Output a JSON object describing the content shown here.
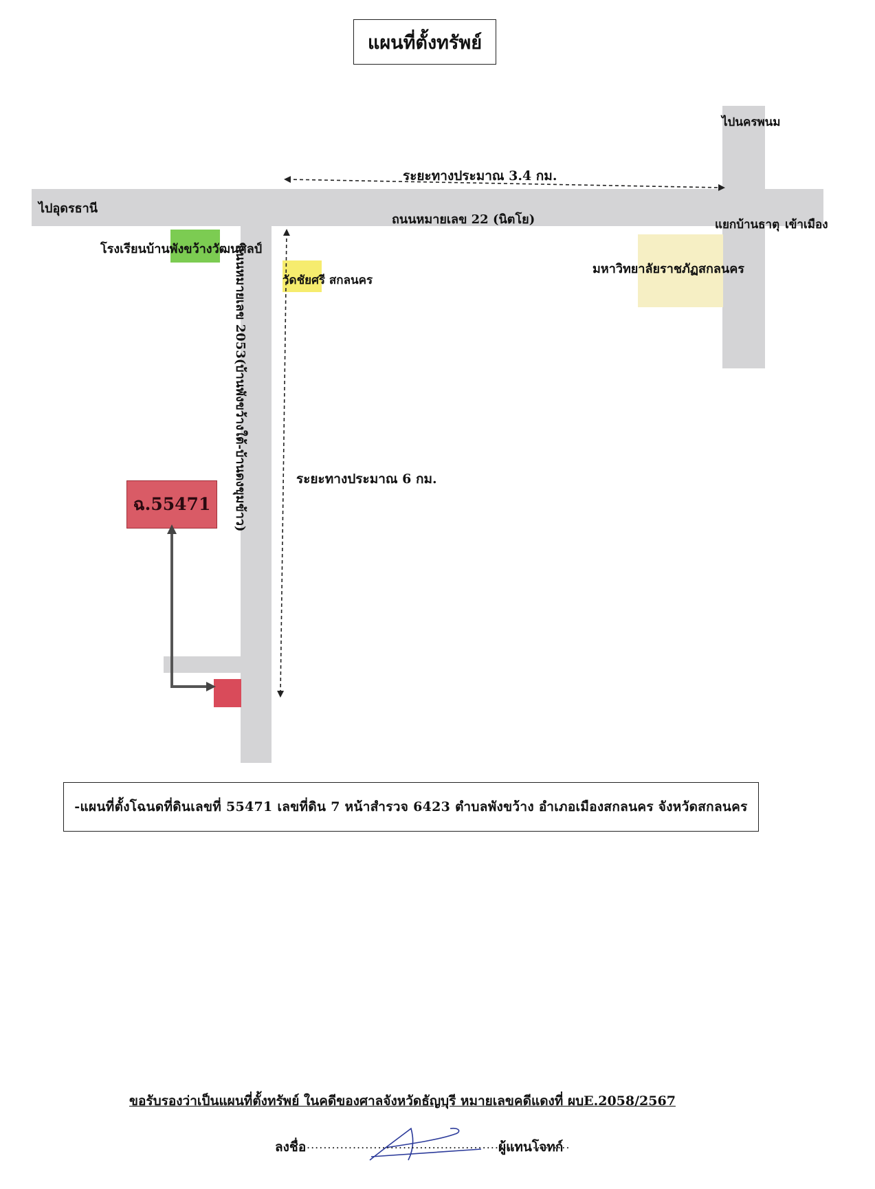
{
  "title": "แผนที่ตั้งทรัพย์",
  "roads": {
    "main_road": "ถนนหมายเลข 22 (นิตโย)",
    "side_road": "ถนนหมายเลข 2053(บ้านพังขว้างใต้-บ้านดงขุมข้าว)"
  },
  "directions": {
    "to_udon": "ไปอุดรธานี",
    "to_nakhon_phanom": "ไปนครพนม",
    "junction": "แยกบ้านธาตุ",
    "to_city": "เข้าเมือง"
  },
  "landmarks": {
    "school": "โรงเรียนบ้านพังขว้างวัฒนศิลป์",
    "temple_highlight": "วัดชัยศรี",
    "temple_rest": " สกลนคร",
    "university": "มหาวิทยาลัยราชภัฏสกลนคร"
  },
  "distances": {
    "horizontal": "ระยะทางประมาณ 3.4 กม.",
    "vertical": "ระยะทางประมาณ 6 กม."
  },
  "deed_label": "ฉ.55471",
  "caption": "-แผนที่ตั้งโฉนดที่ดินเลขที่  55471  เลขที่ดิน  7  หน้าสำรวจ  6423  ตำบลพังขว้าง  อำเภอเมืองสกลนคร  จังหวัดสกลนคร",
  "certification": "ขอรับรองว่าเป็นแผนที่ตั้งทรัพย์  ในคดีของศาลจังหวัดธัญบุรี  หมายเลขคดีแดงที่  ผบE.2058/2567",
  "signature": {
    "label": "ลงชื่อ",
    "dots": "...............................................................",
    "role": "ผู้แทนโจทก์"
  },
  "colors": {
    "road": "#d4d4d6",
    "school": "#7ccc52",
    "temple": "#f6ec6e",
    "university": "#f6efc4",
    "deed": "#d95b66",
    "parcel": "#d94b5a"
  }
}
